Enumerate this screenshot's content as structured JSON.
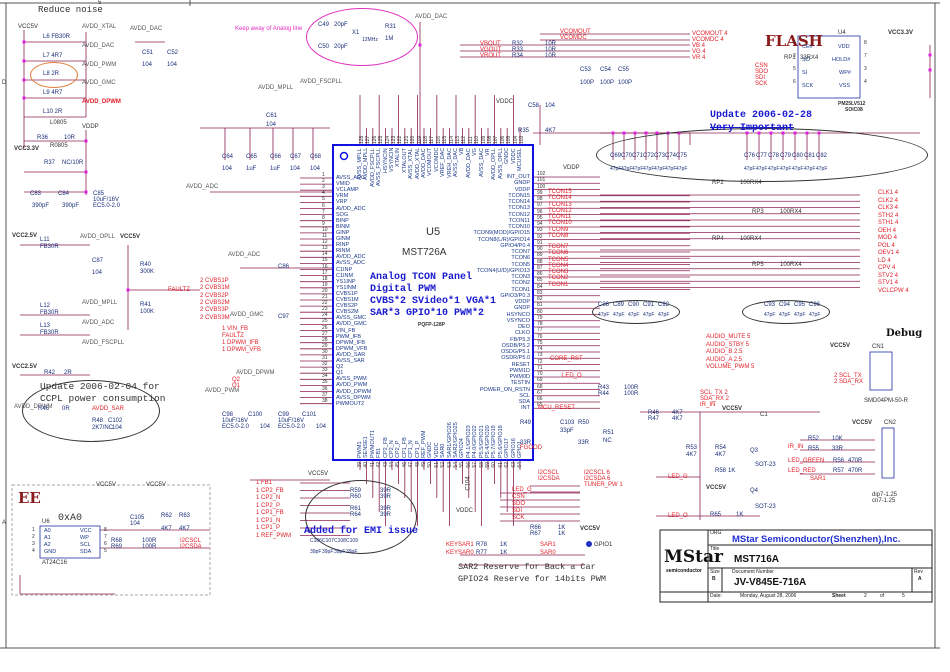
{
  "frame": {
    "zone_d": "D",
    "zone_a": "A",
    "col_mark": "5"
  },
  "power": {
    "reduce_noise": "Reduce noise",
    "vcc5v": "VCC5V",
    "vcc33": "VCC3.3V",
    "vcc25": "VCC2.5V",
    "vddp": "VDDP",
    "vddc": "VDDC",
    "avdd_xtal": "AVDD_XTAL",
    "avdd_dac": "AVDD_DAC",
    "avdd_pwm": "AVDD_PWM",
    "avdd_gmc": "AVDD_GMC",
    "avdd_dpwm": "AVDD_DPWM",
    "avdd_adc": "AVDD_ADC",
    "avdd_opll": "AVDD_OPLL",
    "avdd_mpll": "AVDD_MPLL",
    "avdd_fscpll": "AVDD_FSCPLL",
    "avdd_sar": "AVDD_SAR",
    "inductors": [
      "L6  FB30R",
      "L7  4R7",
      "L8  2R",
      "L9  4R7",
      "L10  2R"
    ],
    "l0805": "L0805",
    "r36": "R36",
    "r36v": "10R",
    "r37": "R37",
    "r37v": "NC/10R",
    "r0805": "R0805",
    "c83": "C83",
    "c84": "C84",
    "c85": "C85",
    "c390": "390pF",
    "c85v": "10uF/16V",
    "ec": "EC5.0-2.0",
    "l11": "L11",
    "l12": "L12",
    "l13": "L13",
    "fb30r": "FB30R",
    "c87": "C87",
    "v104": "104",
    "r40": "R40",
    "r40v": "300K",
    "r41": "R41",
    "r41v": "100K",
    "faultz": "FAULTZ",
    "r42": "R42",
    "r42v": "2R",
    "c51": "C51",
    "c52": "C52"
  },
  "notes": {
    "keep_away": "Keep away of Analog line",
    "update1": "Update 2006-02-04 for",
    "update1b": "CCPL power consumption",
    "update2": "Update 2006-02-28",
    "update2b": "Very Important",
    "analog1": "Analog TCON Panel",
    "analog2": "Digital PWM",
    "analog3": "CVBS*2 SVideo*1 VGA*1",
    "analog4": "SAR*3 GPIO*10 PWM*2",
    "emi": "Added for EMI issue",
    "sar2": "SAR2 Reserve for Back a Car",
    "gpio24": "GPIO24 Reserve for 14bits PWM",
    "flash": "FLASH",
    "ee": "EE",
    "debug": "Debug"
  },
  "crystal": {
    "c49": "C49",
    "c50": "C50",
    "c20": "20pF",
    "x1": "X1",
    "xv": "12MHz",
    "r31": "R31",
    "r31v": "1M"
  },
  "u5": {
    "ref": "U5",
    "part": "MST726A",
    "pkg": "PQFP-128P",
    "left_start": 1,
    "left": [
      "AVSS_ADC",
      "VMID",
      "VCLAMP",
      "VRM",
      "VRP",
      "AVDD_ADC",
      "SOG",
      "BINP",
      "BINM",
      "GINP",
      "GINM",
      "RINP",
      "RINM",
      "AVDD_ADC",
      "AVSS_ADC",
      "C1INP",
      "C1INM",
      "YS1INP",
      "YS1INM",
      "CVBS1P",
      "CVBS1M",
      "CVBS2P",
      "CVBS2M",
      "AVSS_GMC",
      "AVDD_GMC",
      "VIN_FB",
      "PWM_IFB",
      "DPWM_IFB",
      "DPWM_VFB",
      "AVDD_SAR",
      "AVSS_SAR",
      "Q2",
      "Q1",
      "AVSS_PWM",
      "AVDD_PWM",
      "AVDD_DPWM",
      "AVSS_DPWM",
      "PWMOUT2"
    ],
    "bottom_start": 39,
    "bottom": [
      "PWM1",
      "SENSE1",
      "PWMOUT1",
      "FB1",
      "CP2_FB",
      "CP2_N",
      "CP2_P",
      "CP1_FB",
      "CP1_N",
      "CP1_P",
      "REF_PWM",
      "GNDC",
      "VDDC",
      "SAR0",
      "SAR1/GPIO26",
      "SAR2/GPIO25",
      "GPIO24",
      "P4.1/GPIO23",
      "P4.0/GPIO22",
      "P5.5/GPIO21",
      "P5.4/GPIO20",
      "P5.7/GPIO19",
      "P5.6/GPIO18",
      "GPIO17",
      "GPIO16",
      "GPIO1"
    ],
    "right_start": 102,
    "right": [
      "INT_OUT",
      "GNDP",
      "VDDP",
      "TCON15",
      "TCON14",
      "TCON13",
      "TCON12",
      "TCON11",
      "TCON10",
      "TCON9(MOD)/GPIO15",
      "TCON8(L/R)/GPIO14",
      "GPIO4/P0.4",
      "TCON7",
      "TCON6",
      "TCON5",
      "TCON4(U/D)/GPIO13",
      "TCON3",
      "TCON2",
      "TCON1",
      "GPIO3/P0.3",
      "VDDP",
      "GNDP",
      "HSYNCO",
      "VSYNCO",
      "DEO",
      "CLKO",
      "FB/P5.3",
      "OSDB/P5.2",
      "OSDG/P5.1",
      "OSDR/P5.0",
      "RESET",
      "PWM1D",
      "PWM0D",
      "TESTIN",
      "POWER_ON_RSTN",
      "SCL",
      "SDA",
      "INT"
    ],
    "top_start": 128,
    "top": [
      "AVSS_MPLL",
      "AVDD_MPLL",
      "AVDD_FSCPLL",
      "AVSS_FSCPLL",
      "HSYNCIN",
      "VSYNCIN",
      "XTALIN",
      "XTALOUT",
      "AVSS_XTAL",
      "AVDD_XTAL",
      "AVDD_DAC",
      "VCOMOUT",
      "VCOMDC",
      "VREF_DAC",
      "VREH_DAC",
      "AVSS_DAC",
      "VB",
      "AVDD_DAC",
      "VG",
      "AVSS_DAC",
      "VR",
      "AVDD_OPLL",
      "AVSS_OPLL",
      "GNDC",
      "VDDC",
      "MCUSEL"
    ]
  },
  "top_caps": [
    "C64",
    "C65",
    "C66",
    "C67",
    "C68"
  ],
  "top_cap_vals": [
    "104",
    "1uF",
    "1uF",
    "104",
    "104"
  ],
  "dac_out": {
    "vcomout": "VCOMOUT",
    "vcomdc": "VCOMDC",
    "vbout": "VBOUT",
    "vgout": "VGOUT",
    "vrout": "VROUT",
    "r32": "R32",
    "r33": "R33",
    "r34": "R34",
    "r10": "10R",
    "c53": "C53",
    "c54": "C54",
    "c55": "C55",
    "c100p": "100P",
    "c58": "C58",
    "c61": "C61",
    "r35": "R35",
    "r35v": "4K7",
    "ports": [
      "VCOMOUT  4",
      "VCOMDC  4",
      "VB   4",
      "VG   4",
      "VR   4"
    ]
  },
  "flash": {
    "rp1": "RP1",
    "rp1v": "33RX4",
    "u4": "U4",
    "vcc": "VCC3.3V",
    "left": [
      "CE#",
      "SO",
      "SI",
      "SCK"
    ],
    "right": [
      "VDD",
      "HOLD#",
      "WP#",
      "VSS"
    ],
    "lnums": [
      "1",
      "2",
      "5",
      "6"
    ],
    "rnums": [
      "8",
      "7",
      "3",
      "4"
    ],
    "nets": [
      "CSN",
      "SDO",
      "SDI",
      "SCK"
    ],
    "part": "PM25LV512",
    "pkg": "SOIC08"
  },
  "tcon_nets": [
    "TCON15",
    "TCON14",
    "TCON13",
    "TCON12",
    "TCON11",
    "TCON10",
    "TCON9",
    "TCON8",
    "TCON7",
    "TCON6",
    "TCON5",
    "TCON4",
    "TCON3",
    "TCON2",
    "TCON1"
  ],
  "tcon_caps": [
    "C69",
    "C70",
    "C71",
    "C72",
    "C73",
    "C74",
    "C75",
    "C76",
    "C77",
    "C78",
    "C79",
    "C80",
    "C81",
    "C82"
  ],
  "c47": "47pF",
  "tcon_caps2": [
    "C88",
    "C89",
    "C90",
    "C91",
    "C92"
  ],
  "tcon_caps3": [
    "C93",
    "C94",
    "C95",
    "C96"
  ],
  "rpacks": [
    {
      "ref": "RP2",
      "val": "100RX4"
    },
    {
      "ref": "RP3",
      "val": "100RX4"
    },
    {
      "ref": "RP4",
      "val": "100RX4"
    },
    {
      "ref": "RP5",
      "val": "100RX4"
    }
  ],
  "panel_ports": [
    "CLK1  4",
    "CLK2  4",
    "CLK3  4",
    "STH2  4",
    "STH1  4",
    "OEH  4",
    "MOD  4",
    "POL  4",
    "OEV1  4",
    "LD  4",
    "CPV  4",
    "STV2  4",
    "STV1  4",
    "VCLCPW  4"
  ],
  "audio": [
    "AUDIO_MUTE  5",
    "AUDIO_STBY  5",
    "AUDIO_B        2.5",
    "AUDIO_A        2.5",
    "VOLUME_PWM  5"
  ],
  "mcu": {
    "core_rst": "CORE_RST",
    "led_o": "LED_O",
    "led_g": "LED_G",
    "mcu_reset": "MCU_RESET",
    "fgood": "FGOOD",
    "r43": "R43",
    "r44": "R44",
    "r100": "100R",
    "scl_tx": "SCL_TX  2",
    "sda_rx": "SDA_RX  2",
    "ir_in": "IR_IN",
    "r49": "R49",
    "r50": "R50",
    "r51": "R51",
    "c103": "C103",
    "r33": "33R",
    "c33p": "33pF",
    "nc": "NC",
    "r46": "R46",
    "r47": "R47",
    "r4k7": "4K7",
    "r53": "R53",
    "r54": "R54",
    "r58": "R58",
    "r59": "R59",
    "r65": "R65",
    "r1k": "1K",
    "q3": "Q3",
    "q4": "Q4",
    "sot": "SOT-23",
    "c1": "C1"
  },
  "debug": {
    "cn1": "CN1",
    "cn1part": "SMD04PM-50-R",
    "scl": "2  SCL_TX",
    "sda": "2  SDA_RX",
    "cn2": "CN2",
    "cn2a": "dip7-1.25",
    "cn2b": "cn7-1.25",
    "r52": "R52",
    "r10k": "10K",
    "r55": "R55",
    "r56": "R56",
    "r57": "R57",
    "r470": "470R",
    "ir": "IR_IN",
    "ledgreen": "LED_GREEN",
    "ledred": "LED_RED",
    "sar1": "SAR1"
  },
  "left_inputs": [
    "2  CVBS1P",
    "2  CVBS1M",
    "2  CVBS2P",
    "2  CVBS2M",
    "2  CVBS3P",
    "2  CVBS3M"
  ],
  "left_misc": [
    "1  VIN_FB",
    "FAULTZ",
    "1  DPWM_IFB",
    "1  DPWM_VFB"
  ],
  "left_caps": {
    "c98": "C98",
    "c100": "C100",
    "c99": "C99",
    "c101": "C101",
    "c10u": "10uF/16V",
    "r48": "R48",
    "r48v": "2K7/NC",
    "c102": "C102",
    "r46": "R46",
    "r0": "0R",
    "q2": "Q2",
    "q1": "Q1",
    "c86": "C86",
    "c97": "C97"
  },
  "ee": {
    "addr": "0xA0",
    "u6": "U6",
    "part": "AT24C16",
    "left": [
      "A0",
      "A1",
      "A2",
      "GND"
    ],
    "right": [
      "VCC",
      "WP",
      "SCL",
      "SDA"
    ],
    "lnums": [
      "1",
      "2",
      "3",
      "4"
    ],
    "rnums": [
      "8",
      "7",
      "6",
      "5"
    ],
    "c105": "C105",
    "r62": "R62",
    "r63": "R63",
    "r68": "R68",
    "r69": "R69",
    "i2cscl": "I2CSCL",
    "i2csda": "I2CSDA"
  },
  "bottom_ports": [
    "1  FB1",
    "1  CP2_FB",
    "1  CP2_N",
    "1  CP2_P",
    "1  CP1_FB",
    "1  CP1_N",
    "1  CP1_P",
    "1  REF_PWM"
  ],
  "emi": {
    "rs": [
      "R59",
      "R60",
      "R61",
      "R64"
    ],
    "r39": "39R",
    "cs": [
      "C106",
      "C107",
      "C108",
      "C109"
    ],
    "c39": "39pF"
  },
  "bottom_right": {
    "i2cscl": "I2CSCL  6",
    "i2csda": "I2CSDA  6",
    "tuner": "TUNER_PW  1",
    "nets": [
      "LED_G",
      "CSN",
      "SDO",
      "SDI",
      "SCK"
    ],
    "keysar1": "KEYSAR1",
    "keysar0": "KEYSAR0",
    "r78": "R78",
    "r77": "R77",
    "r66": "R66",
    "r67": "R67",
    "sar1": "SAR1",
    "sar0": "SAR0",
    "gpio1": "GPIO1",
    "c104": "C104",
    "i2cscl_n": "I2CSCL",
    "i2csda_n": "I2CSDA"
  },
  "title_block": {
    "org_label": "ORG",
    "org": "MStar Semiconductor(Shenzhen),Inc.",
    "title_label": "Title",
    "title": "MST716A",
    "size_label": "Size",
    "size": "B",
    "docnum_label": "Document Number",
    "docnum": "JV-V845E-716A",
    "rev_label": "Rev",
    "rev": "A",
    "date_label": "Date:",
    "date": "Monday, August 28, 2006",
    "sheet_label": "Sheet",
    "sheet": "2",
    "of_label": "of",
    "sheets": "5",
    "logo": "MStar",
    "logo_sub": "semiconductor"
  }
}
